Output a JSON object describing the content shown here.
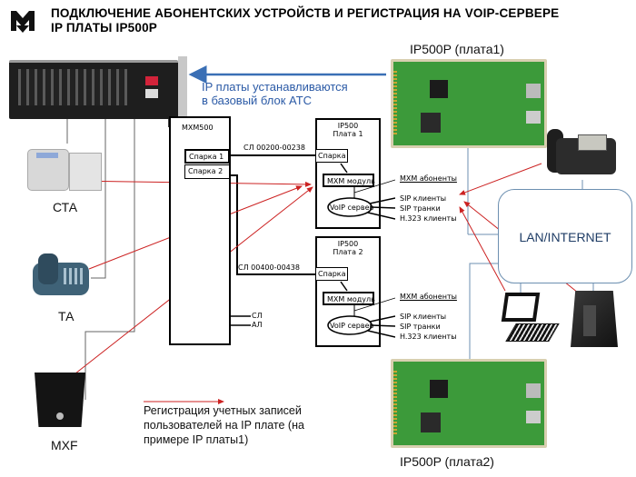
{
  "header": {
    "title_line1": "ПОДКЛЮЧЕНИЕ АБОНЕНТСКИХ УСТРОЙСТВ И РЕГИСТРАЦИЯ НА VOIP-СЕРВЕРЕ",
    "title_line2": "IP ПЛАТЫ IP500P",
    "logo_icon": "mx-logo-icon"
  },
  "note": {
    "line1": "IP платы  устанавливаются",
    "line2": "в базовый блок АТС"
  },
  "boards": {
    "board1_label": "IP500P (плата1)",
    "board2_label": "IP500P (плата2)"
  },
  "devices": {
    "sta": "СТА",
    "ta": "ТА",
    "mxf": "MXF"
  },
  "mxm500": {
    "title": "MXM500",
    "sparka1": "Спарка 1",
    "sparka2": "Спарка 2",
    "sl": "СЛ",
    "al": "АЛ"
  },
  "links": {
    "link1": "СЛ 00200-00238",
    "link2": "СЛ 00400-00438"
  },
  "ip500_1": {
    "title1": "IP500",
    "title2": "Плата 1",
    "sparka": "Спарка",
    "module": "МХМ модуль",
    "server": "VoIP сервер",
    "mxm_subscribers": "МХМ абоненты",
    "sip_clients": "SIP клиенты",
    "sip_trunks": "SIP транки",
    "h323_clients": "H.323 клиенты"
  },
  "ip500_2": {
    "title1": "IP500",
    "title2": "Плата 2",
    "sparka": "Спарка",
    "module": "МХМ модуль",
    "server": "VoIP сервер",
    "mxm_subscribers": "МХМ абоненты",
    "sip_clients": "SIP клиенты",
    "sip_trunks": "SIP транки",
    "h323_clients": "H.323 клиенты"
  },
  "network": {
    "label": "LAN/INTERNET"
  },
  "legend": {
    "text": "Регистрация учетных записей пользователей на IP плате (на примере IP платы1)"
  },
  "colors": {
    "registration_arrow": "#cc2222",
    "install_arrow": "#3a6fb5",
    "wire": "#555555"
  }
}
